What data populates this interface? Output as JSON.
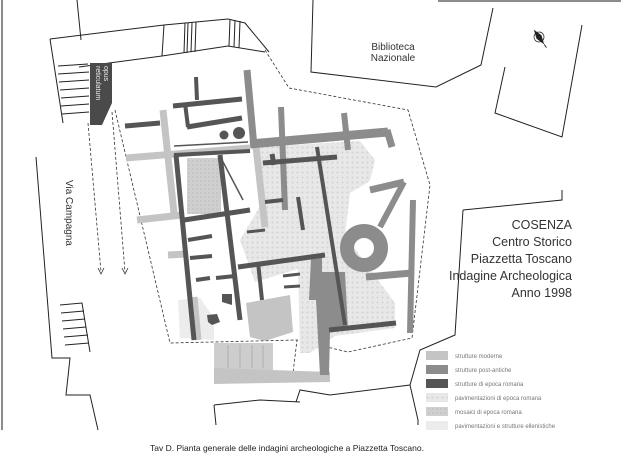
{
  "labels": {
    "library_line1": "Biblioteca",
    "library_line2": "Nazionale",
    "street": "Via Campagna",
    "opus_line1": "opus",
    "opus_line2": "reticulatum"
  },
  "title_block": {
    "line1": "COSENZA",
    "line2": "Centro Storico",
    "line3": "Piazzetta Toscano",
    "line4": "Indagine Archeologica",
    "line5": "Anno 1998"
  },
  "legend": [
    {
      "label": "strutture moderne",
      "color": "#c4c4c4"
    },
    {
      "label": "strutture post-antiche",
      "color": "#8c8c8c"
    },
    {
      "label": "strutture di epoca romana",
      "color": "#555555"
    },
    {
      "label": "pavimentazioni di epoca romana",
      "color": "#e6e6e6"
    },
    {
      "label": "mosaici di epoca romana",
      "color": "#cfcfcf"
    },
    {
      "label": "pavimentazioni e strutture ellenistiche",
      "color": "#ececec"
    }
  ],
  "caption": "Tav D. Pianta generale delle indagini archeologiche a Piazzetta Toscano."
}
